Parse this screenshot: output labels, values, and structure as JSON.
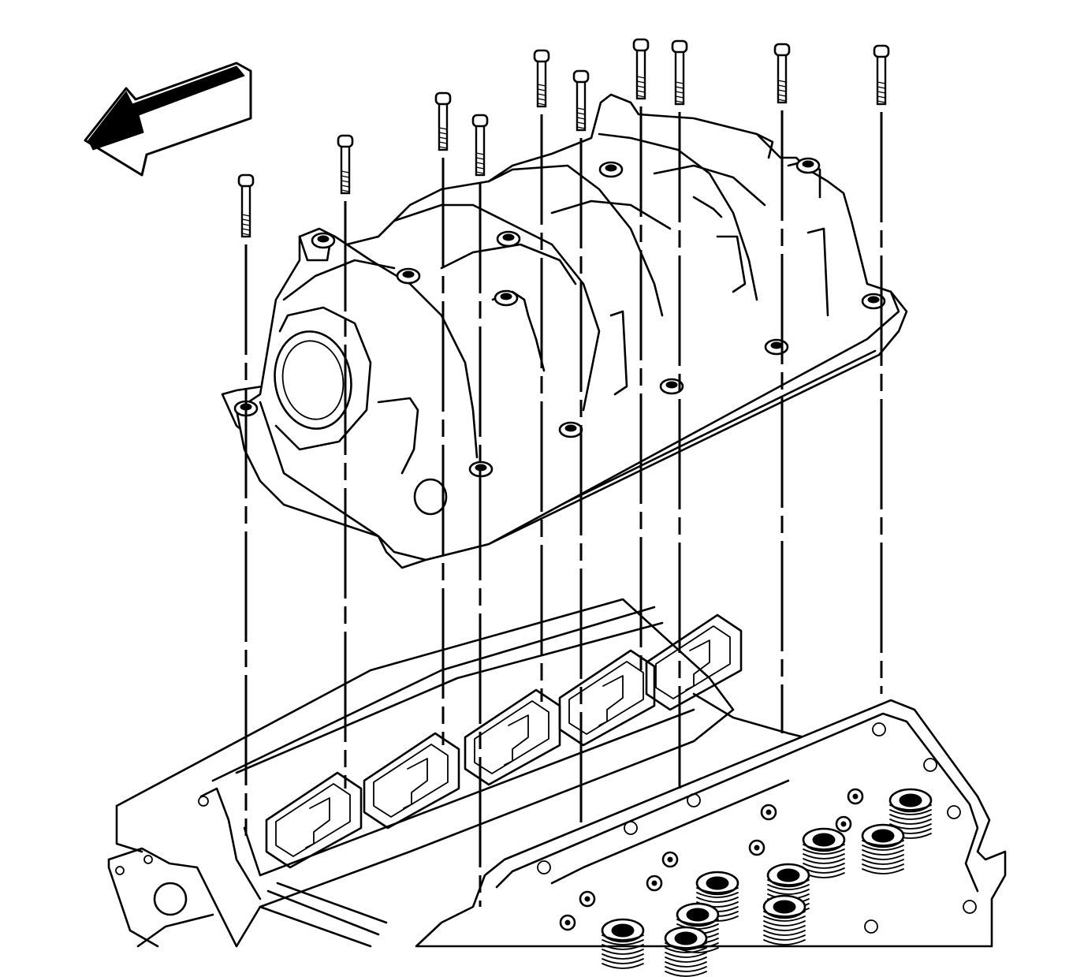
{
  "diagram": {
    "kind": "exploded-assembly-line-art",
    "components": [
      {
        "id": "direction-arrow",
        "icon": "arrow-left-icon"
      },
      {
        "id": "intake-manifold",
        "icon": "intake-manifold-icon"
      },
      {
        "id": "manifold-gasket",
        "icon": "gasket-icon"
      },
      {
        "id": "cylinder-head",
        "icon": "cylinder-head-icon"
      },
      {
        "id": "engine-block",
        "icon": "engine-block-icon"
      }
    ],
    "bolt_count": 10,
    "colors": {
      "ink": "#000000",
      "paper": "#ffffff"
    }
  }
}
